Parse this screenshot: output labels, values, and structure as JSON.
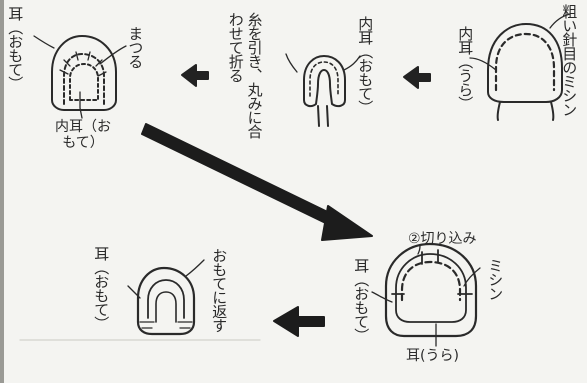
{
  "step1": {
    "mimi_omote": "耳（おもて）",
    "matsuru": "まつる",
    "uchimimi_omote": "内耳（おもて）"
  },
  "step2": {
    "instruction": "糸を引き、丸みに合わせて折る",
    "uchimimi_omote": "内耳（おもて）"
  },
  "step3": {
    "uchimimi_ura": "内耳（うら）",
    "stitch_note": "粗い針目のミシン"
  },
  "step4": {
    "cut": "②切り込み",
    "mishin": "ミシン",
    "mimi_omote": "耳（おもて）",
    "mimi_ura": "耳(うら)"
  },
  "step5": {
    "mimi_omote": "耳（おもて）",
    "omote_ni_kaesu": "おもてに返す"
  }
}
